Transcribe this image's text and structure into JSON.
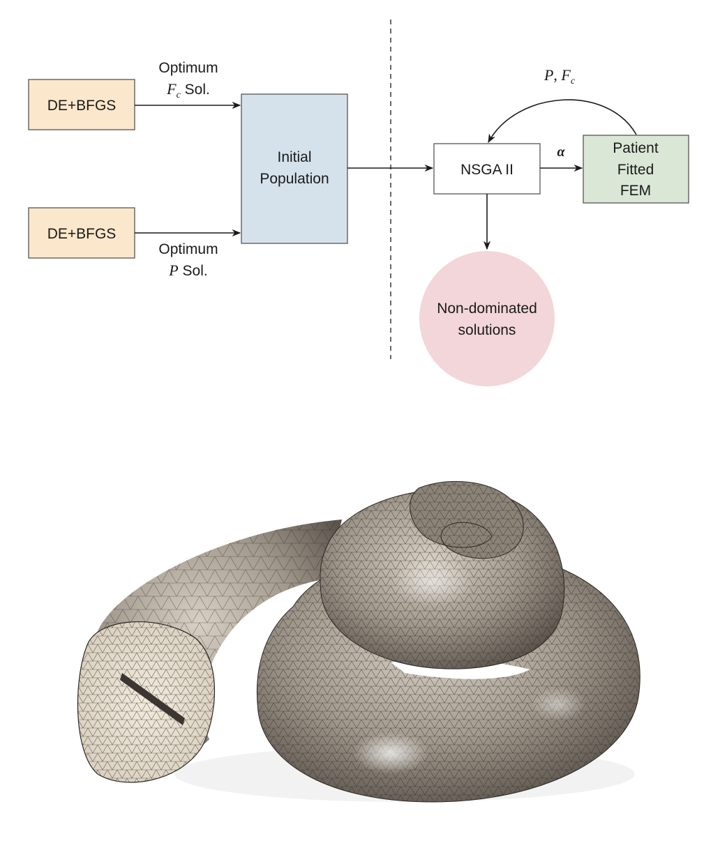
{
  "colors": {
    "de_bfgs_fill": "#fbe7cb",
    "initial_population_fill": "#d5e2ec",
    "nsga_fill": "#ffffff",
    "fem_fill": "#dbe7d6",
    "non_dominated_fill": "#f3d6d9",
    "mesh_surface": "#b7aea2",
    "mesh_lines": "#2e2a26"
  },
  "nodes": {
    "de_bfgs_top": {
      "label": "DE+BFGS"
    },
    "de_bfgs_bottom": {
      "label": "DE+BFGS"
    },
    "initial_population": {
      "line1": "Initial",
      "line2": "Population"
    },
    "nsga": {
      "label": "NSGA II"
    },
    "patient_fem": {
      "line1": "Patient",
      "line2": "Fitted",
      "line3": "FEM"
    },
    "non_dominated": {
      "line1": "Non-dominated",
      "line2": "solutions"
    }
  },
  "edges": {
    "top_to_population": {
      "line1": "Optimum",
      "math": "F",
      "math_sub": "c",
      "suffix": " Sol."
    },
    "bottom_to_population": {
      "line1": "Optimum",
      "math": "P",
      "suffix": " Sol."
    },
    "nsga_to_fem": {
      "math": "α"
    },
    "fem_to_nsga": {
      "math_p": "P",
      "separator": ", ",
      "math_f": "F",
      "math_sub": "c"
    }
  },
  "figure": {
    "icon": "cochlea-mesh-icon"
  }
}
